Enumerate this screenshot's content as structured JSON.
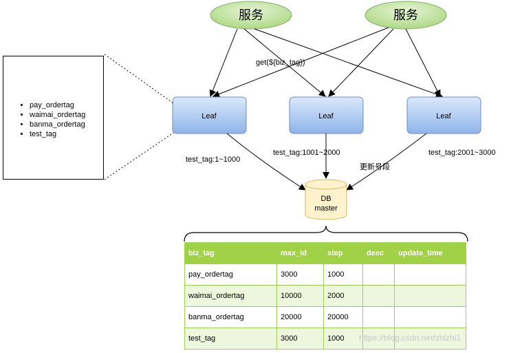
{
  "services": [
    {
      "label": "服务"
    },
    {
      "label": "服务"
    }
  ],
  "leaves": [
    {
      "label": "Leaf"
    },
    {
      "label": "Leaf"
    },
    {
      "label": "Leaf"
    }
  ],
  "db": {
    "line1": "DB",
    "line2": "master"
  },
  "edge_labels": {
    "get": "get(${biz_tag})",
    "leaf1": "test_tag:1~1000",
    "leaf2": "test_tag:1001~2000",
    "leaf3": "test_tag:2001~3000",
    "update": "更新号段"
  },
  "tag_list": [
    "pay_ordertag",
    "waimai_ordertag",
    "banma_ordertag",
    "test_tag"
  ],
  "table": {
    "headers": [
      "biz_tag",
      "max_id",
      "step",
      "desc",
      "update_time"
    ],
    "rows": [
      [
        "pay_ordertag",
        "3000",
        "1000",
        "",
        ""
      ],
      [
        "waimai_ordertag",
        "10000",
        "2000",
        "",
        ""
      ],
      [
        "banma_ordertag",
        "20000",
        "20000",
        "",
        ""
      ],
      [
        "test_tag",
        "3000",
        "1000",
        "",
        ""
      ]
    ]
  },
  "watermark": "https://blog.csdn.net/zhizhi1",
  "colors": {
    "service_fill": "#c6e3a8",
    "leaf_fill": "#a9c8f0",
    "db_fill": "#fff2cc",
    "table_header": "#a1d147",
    "table_alt_row": "#eef6de"
  }
}
